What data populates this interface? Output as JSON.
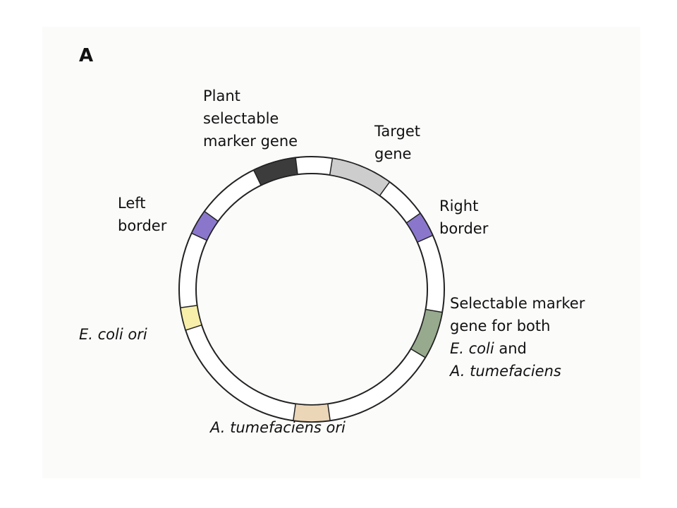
{
  "panel_letter": "A",
  "colors": {
    "ring_fill": "#ffffff",
    "ring_stroke": "#222222",
    "plant_marker": "#3c3c3c",
    "target_gene": "#cdcdcd",
    "borders": "#8a77cc",
    "bacterial_marker": "#98aa8e",
    "ecoli_ori": "#f7efaa",
    "atum_ori": "#ecd6b8"
  },
  "labels": {
    "plant_marker": [
      "Plant",
      "selectable",
      "marker gene"
    ],
    "target_gene": [
      "Target",
      "gene"
    ],
    "left_border": [
      "Left",
      "border"
    ],
    "right_border": [
      "Right",
      "border"
    ],
    "bacterial_marker_line1": "Selectable marker",
    "bacterial_marker_line2": "gene for both",
    "bacterial_marker_line3_italic": "E. coli",
    "bacterial_marker_line3_rest": " and",
    "bacterial_marker_line4": "A. tumefaciens",
    "ecoli_ori": "E. coli ori",
    "atum_ori": "A. tumefaciens ori"
  }
}
